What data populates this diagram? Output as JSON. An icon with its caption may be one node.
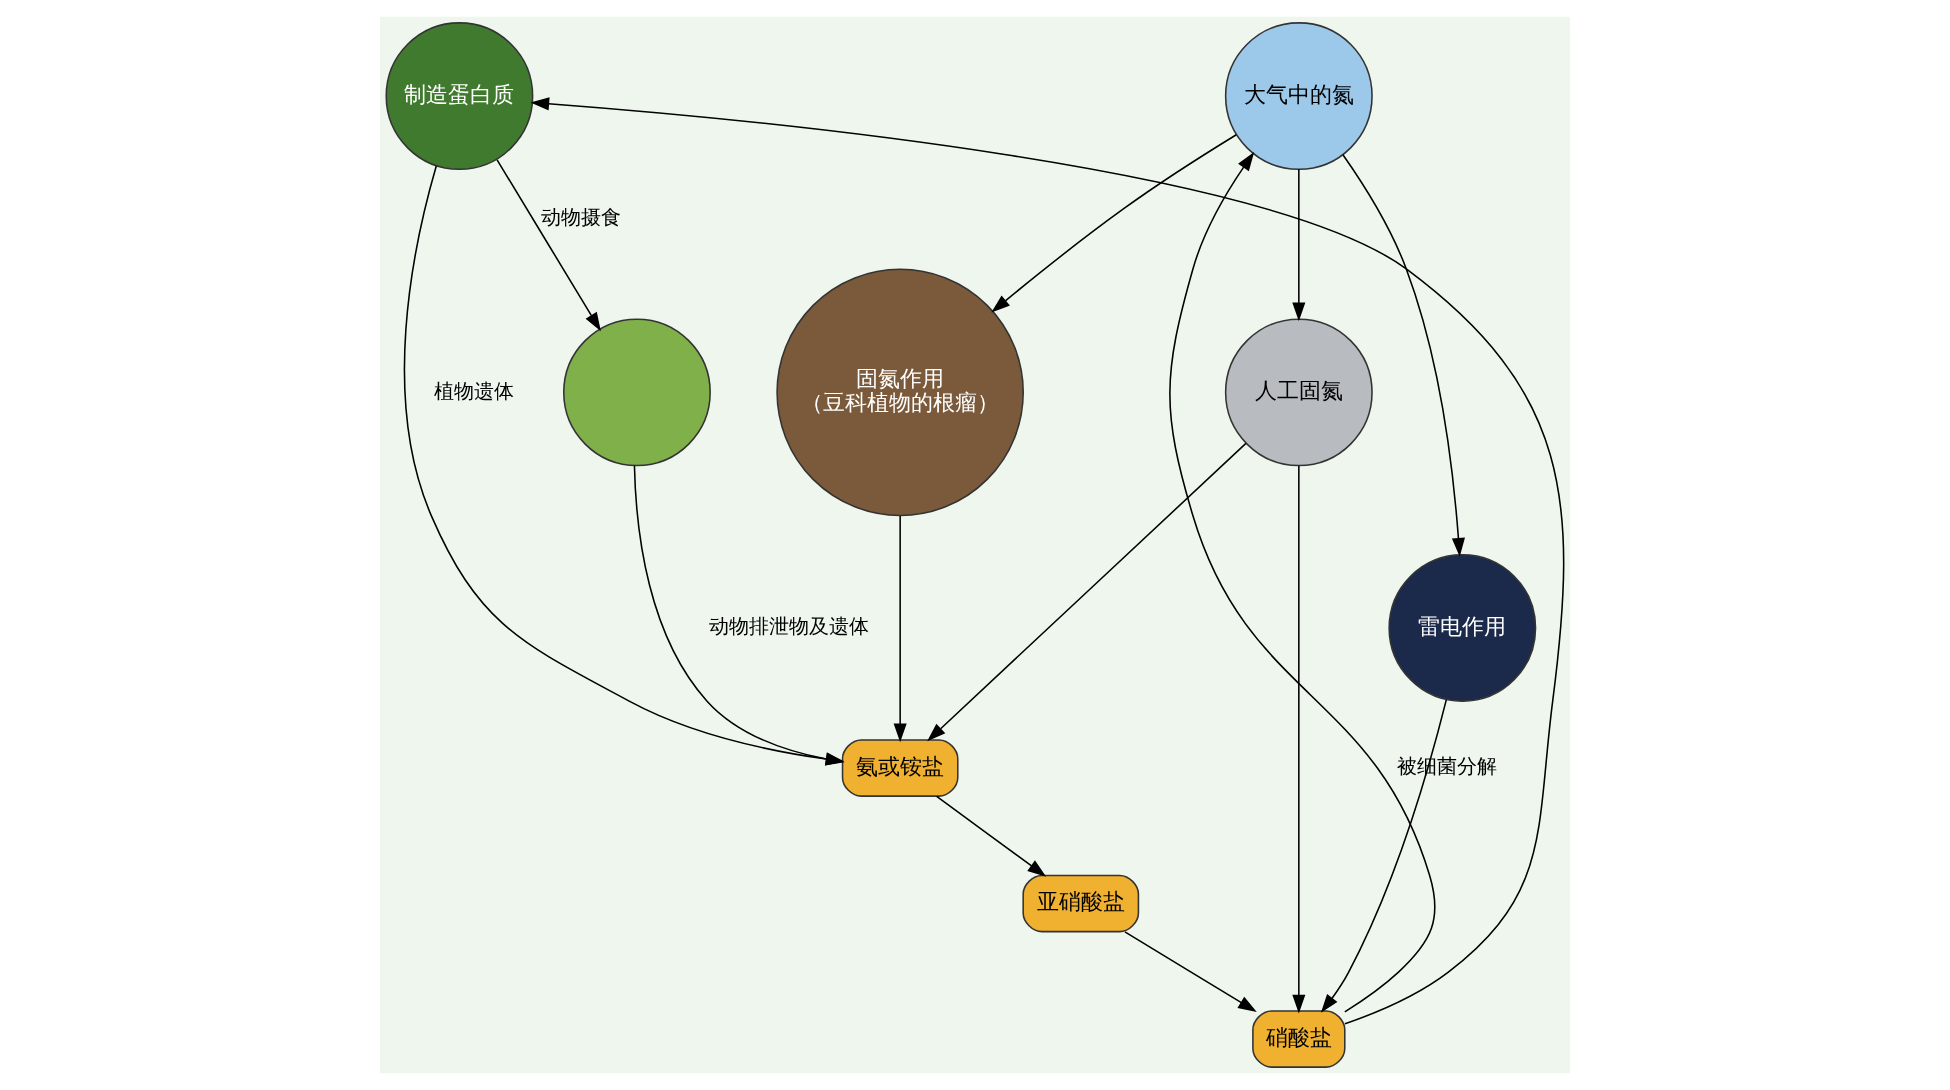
{
  "diagram": {
    "nodes": [
      {
        "text": [
          "大气中的氮"
        ]
      },
      {
        "text": [
          "雷电作用"
        ]
      },
      {
        "text": [
          "人工固氮"
        ]
      },
      {
        "text": [
          "固氮作用",
          "（豆科植物的根瘤）"
        ]
      },
      {
        "text": [],
        "shape": "circle"
      },
      {
        "text": [
          "制造蛋白质"
        ]
      },
      {
        "text": [
          "氨或铵盐"
        ]
      },
      {
        "text": [
          "亚硝酸盐"
        ]
      },
      {
        "text": [
          "硝酸盐"
        ]
      }
    ],
    "edges": [
      {
        "from": 0,
        "to": 1,
        "arrow": "to"
      },
      {
        "from": 0,
        "to": 2,
        "arrow": "to"
      },
      {
        "from": 0,
        "to": 3,
        "arrow": "to"
      },
      {
        "from": 5,
        "to": 4,
        "arrow": "to",
        "label": "动物摄食"
      },
      {
        "from": 4,
        "to": 6,
        "arrow": "to",
        "label": "动物排泄物及遗体"
      },
      {
        "from": 5,
        "to": 6,
        "arrow": "to",
        "label": "植物遗体"
      },
      {
        "from": 2,
        "to": 6,
        "arrow": "to"
      },
      {
        "from": 3,
        "to": 6,
        "arrow": "to"
      },
      {
        "from": 1,
        "to": 8,
        "arrow": "to"
      },
      {
        "from": 2,
        "to": 8,
        "arrow": "to"
      },
      {
        "from": 6,
        "to": 7,
        "arrow": "to"
      },
      {
        "from": 7,
        "to": 8,
        "arrow": "to"
      },
      {
        "from": 8,
        "to": 5,
        "arrow": "to"
      },
      {
        "from": 8,
        "to": 0,
        "arrow": "to",
        "label": "被细菌分解"
      }
    ]
  }
}
